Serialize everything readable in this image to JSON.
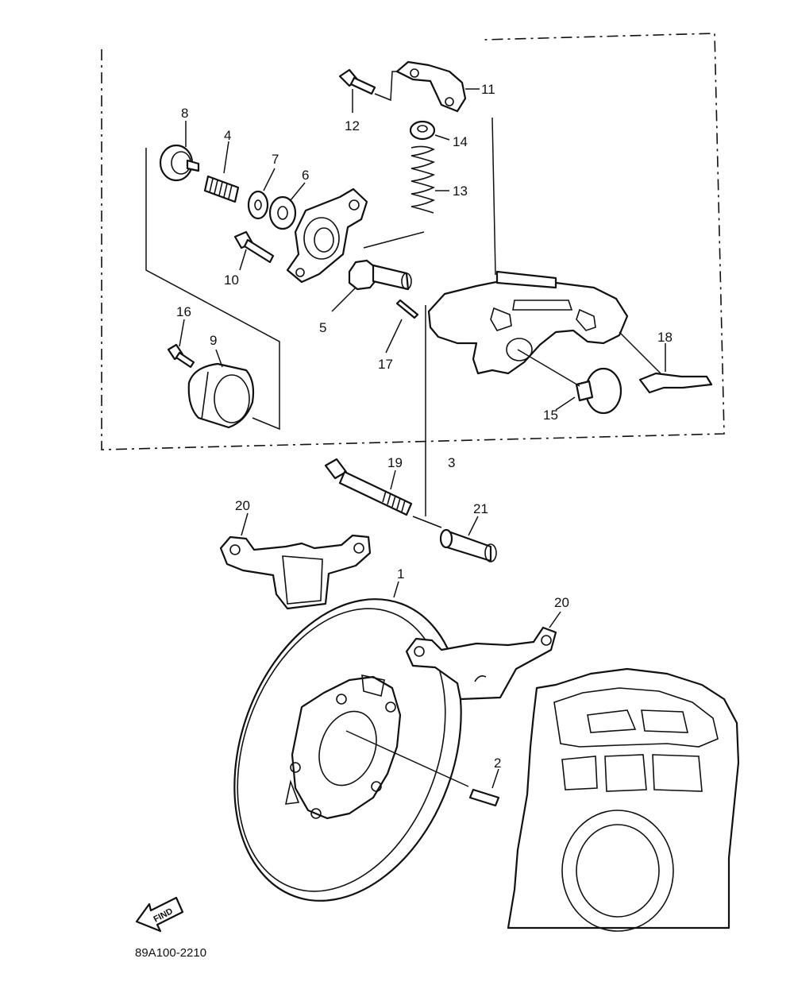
{
  "diagram": {
    "part_labels": [
      "1",
      "2",
      "3",
      "4",
      "5",
      "6",
      "7",
      "8",
      "9",
      "10",
      "11",
      "12",
      "13",
      "14",
      "15",
      "16",
      "17",
      "18",
      "19",
      "20",
      "20",
      "21"
    ],
    "find_arrow_text": "FIND",
    "drawing_number": "89A100-2210"
  }
}
